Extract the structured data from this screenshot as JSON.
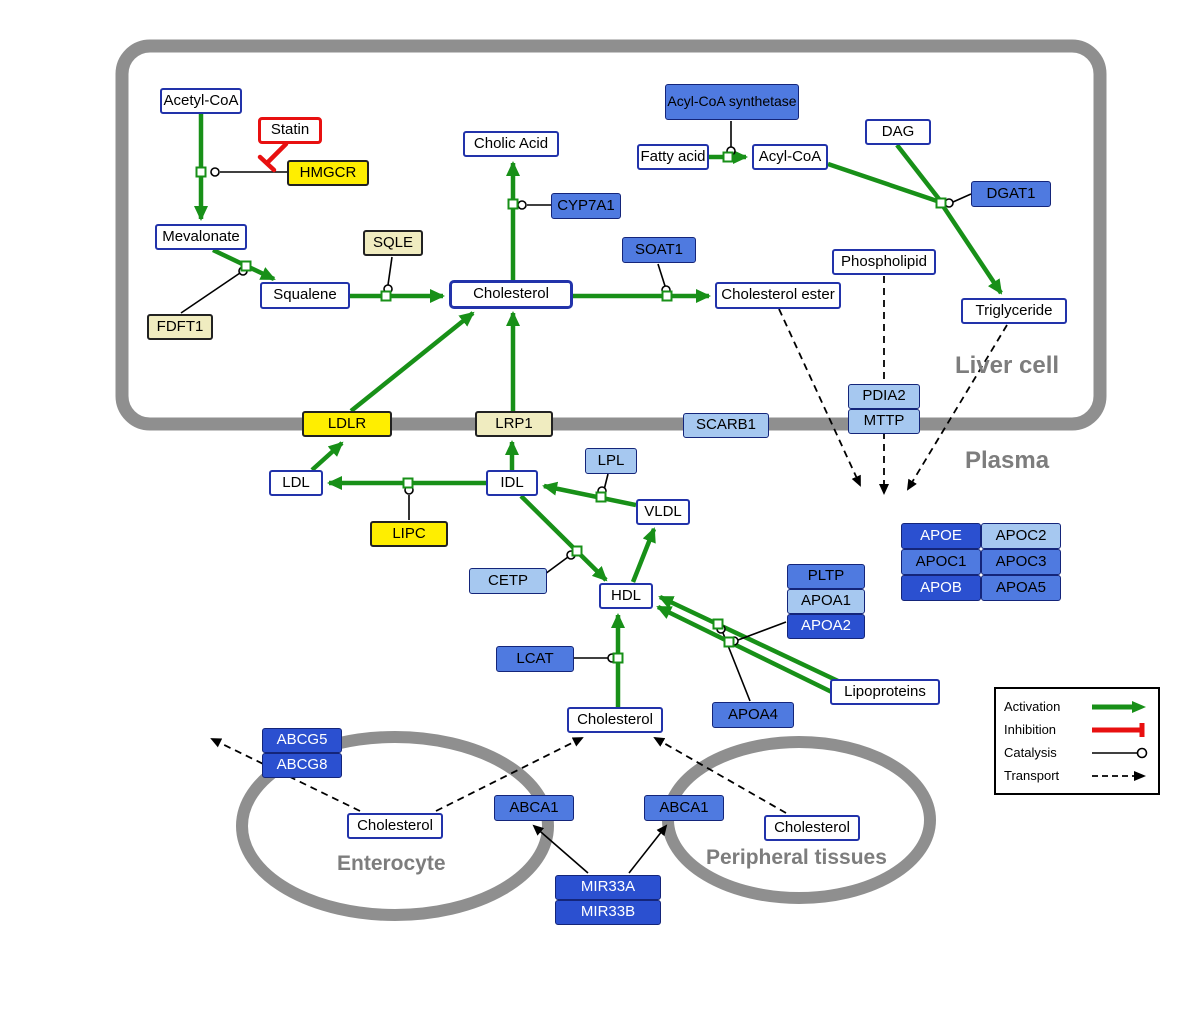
{
  "compartments": {
    "liver_cell": "Liver cell",
    "plasma": "Plasma",
    "enterocyte": "Enterocyte",
    "peripheral_tissues": "Peripheral tissues"
  },
  "nodes": {
    "acetyl_coa": "Acetyl-CoA",
    "statin": "Statin",
    "hmgcr": "HMGCR",
    "mevalonate": "Mevalonate",
    "cholic_acid": "Cholic Acid",
    "cyp7a1": "CYP7A1",
    "sqle": "SQLE",
    "squalene": "Squalene",
    "fdft1": "FDFT1",
    "cholesterol_liver": "Cholesterol",
    "soat1": "SOAT1",
    "cholesterol_ester": "Cholesterol ester",
    "acyl_coa_synthetase": "Acyl-CoA synthetase",
    "fatty_acid": "Fatty acid",
    "acyl_coa": "Acyl-CoA",
    "dag": "DAG",
    "dgat1": "DGAT1",
    "phospholipid": "Phospholipid",
    "triglyceride": "Triglyceride",
    "ldlr": "LDLR",
    "lrp1": "LRP1",
    "scarb1": "SCARB1",
    "pdia2": "PDIA2",
    "mttp": "MTTP",
    "ldl": "LDL",
    "idl": "IDL",
    "lpl": "LPL",
    "vldl": "VLDL",
    "lipc": "LIPC",
    "cetp": "CETP",
    "hdl": "HDL",
    "pltp": "PLTP",
    "apoa1": "APOA1",
    "apoa2": "APOA2",
    "apoe": "APOE",
    "apoc2": "APOC2",
    "apoc1": "APOC1",
    "apoc3": "APOC3",
    "apob": "APOB",
    "apoa5": "APOA5",
    "lcat": "LCAT",
    "apoa4": "APOA4",
    "lipoproteins": "Lipoproteins",
    "cholesterol_plasma": "Cholesterol",
    "abcg5": "ABCG5",
    "abcg8": "ABCG8",
    "cholesterol_enterocyte": "Cholesterol",
    "abca1_enterocyte": "ABCA1",
    "abca1_peripheral": "ABCA1",
    "cholesterol_peripheral": "Cholesterol",
    "mir33a": "MIR33A",
    "mir33b": "MIR33B"
  },
  "legend": {
    "activation": "Activation",
    "inhibition": "Inhibition",
    "catalysis": "Catalysis",
    "transport": "Transport"
  },
  "colors": {
    "activation_green": "#189018",
    "inhibition_red": "#e81010",
    "gene_dark_blue": "#2b50d0",
    "gene_medium_blue": "#4f7ae0",
    "gene_light_blue": "#a6c8f0",
    "enzyme_yellow": "#ffee00",
    "enzyme_pale_yellow": "#f0ecc0",
    "metabolite_border_blue": "#2233aa",
    "membrane_gray": "#8f8f8f"
  },
  "edges": [
    {
      "from": "acetyl_coa",
      "to": "mevalonate",
      "type": "activation",
      "catalyst": "hmgcr"
    },
    {
      "from": "statin",
      "to": "hmgcr",
      "type": "inhibition"
    },
    {
      "from": "mevalonate",
      "to": "squalene",
      "type": "activation",
      "catalyst": "fdft1"
    },
    {
      "from": "squalene",
      "to": "cholesterol_liver",
      "type": "activation",
      "catalyst": "sqle"
    },
    {
      "from": "cholesterol_liver",
      "to": "cholic_acid",
      "type": "activation",
      "catalyst": "cyp7a1"
    },
    {
      "from": "cholesterol_liver",
      "to": "cholesterol_ester",
      "type": "activation",
      "catalyst": "soat1"
    },
    {
      "from": "fatty_acid",
      "to": "acyl_coa",
      "type": "activation",
      "catalyst": "acyl_coa_synthetase"
    },
    {
      "from": "acyl_coa",
      "to": "triglyceride",
      "type": "activation",
      "catalyst": "dgat1"
    },
    {
      "from": "dag",
      "to": "triglyceride",
      "type": "activation",
      "catalyst": "dgat1"
    },
    {
      "from": "ldl",
      "to": "ldlr",
      "type": "activation"
    },
    {
      "from": "ldlr",
      "to": "cholesterol_liver",
      "type": "activation"
    },
    {
      "from": "idl",
      "to": "lrp1",
      "type": "activation"
    },
    {
      "from": "lrp1",
      "to": "cholesterol_liver",
      "type": "activation"
    },
    {
      "from": "idl",
      "to": "ldl",
      "type": "activation",
      "catalyst": "lipc"
    },
    {
      "from": "vldl",
      "to": "idl",
      "type": "activation",
      "catalyst": "lpl"
    },
    {
      "from": "idl",
      "to": "hdl",
      "type": "activation",
      "catalyst": "cetp"
    },
    {
      "from": "hdl",
      "to": "vldl",
      "type": "activation"
    },
    {
      "from": "cholesterol_plasma",
      "to": "hdl",
      "type": "activation",
      "catalyst": "lcat"
    },
    {
      "from": "lipoproteins",
      "to": "hdl",
      "type": "activation",
      "catalyst": "apoa4"
    },
    {
      "from": "lipoproteins",
      "to": "hdl",
      "type": "activation",
      "catalyst": "apoa1_apoa2_pltp"
    },
    {
      "from": "cholesterol_ester",
      "to": "plasma",
      "type": "transport"
    },
    {
      "from": "phospholipid",
      "to": "plasma",
      "type": "transport",
      "via": "pdia2_mttp"
    },
    {
      "from": "triglyceride",
      "to": "plasma",
      "type": "transport"
    },
    {
      "from": "cholesterol_enterocyte",
      "to": "cholesterol_plasma",
      "type": "transport",
      "via": "abca1_enterocyte"
    },
    {
      "from": "cholesterol_peripheral",
      "to": "cholesterol_plasma",
      "type": "transport",
      "via": "abca1_peripheral"
    },
    {
      "from": "cholesterol_enterocyte",
      "to": "outside_enterocyte",
      "type": "transport",
      "via": "abcg5_abcg8"
    },
    {
      "from": "mir33a_mir33b",
      "to": "abca1_enterocyte",
      "type": "regulation"
    },
    {
      "from": "mir33a_mir33b",
      "to": "abca1_peripheral",
      "type": "regulation"
    }
  ]
}
